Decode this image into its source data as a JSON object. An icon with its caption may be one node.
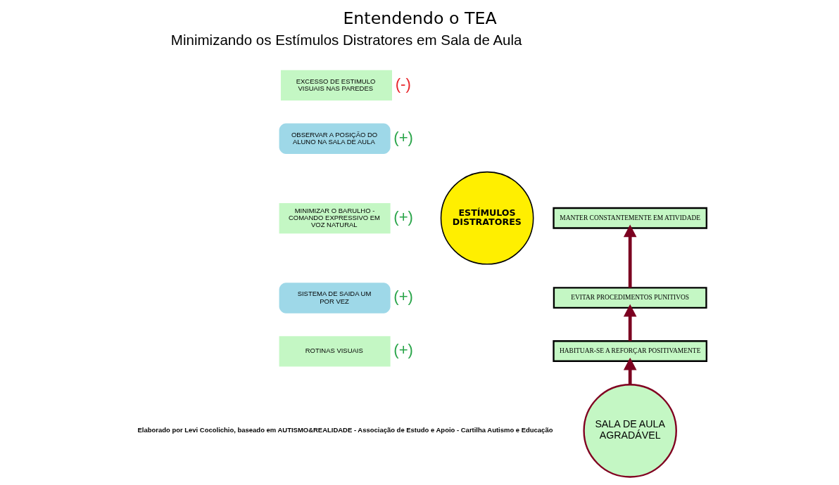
{
  "diagram": {
    "title": "Entendendo o TEA",
    "caption": "Elaborado por Levi Cocolichio, baseado em AUTISMO&REALIDADE - Associação de Estudo e Apoio - Cartilha Autismo e Educação",
    "nodes": [
      {
        "text": [
          "EXCESSO DE ESTIMULO VISUAIS NAS PAREDES"
        ],
        "beside": [
          "(-)"
        ]
      },
      {
        "text": [
          "OBSERVAR A POSIÇÃO DO ALUNO NA SALA DE AULA"
        ],
        "beside": [
          "(+)"
        ]
      },
      {
        "text": [
          "MINIMIZAR O BARULHO - COMANDO EXPRESSIVO EM VOZ NATURAL"
        ],
        "beside": [
          "(+)"
        ]
      },
      {
        "text": [
          "SISTEMA DE SAIDA UM POR VEZ"
        ],
        "beside": [
          "(+)"
        ]
      },
      {
        "text": [
          "ROTINAS VISUAIS"
        ],
        "beside": [
          "(+)"
        ]
      },
      {
        "text": [
          "ESTÍMULOS DISTRATORES"
        ]
      },
      {
        "text": [
          "MANTER CONSTANTEMENTE EM ATIVIDADE"
        ]
      },
      {
        "text": [
          "EVITAR PROCEDIMENTOS PUNITIVOS"
        ]
      },
      {
        "text": [
          "HABITUAR-SE A REFORÇAR POSITIVAMENTE"
        ]
      },
      {
        "text": [
          "SALA DE AULA AGRADÁVEL"
        ]
      }
    ],
    "edges": [
      {
        "from": 9,
        "to": 8,
        "arrow": "to"
      },
      {
        "from": 8,
        "to": 7,
        "arrow": "to"
      },
      {
        "from": 7,
        "to": 6,
        "arrow": "to"
      }
    ],
    "labels": [
      "Minimizando os Estímulos Distratores em Sala de Aula"
    ]
  }
}
